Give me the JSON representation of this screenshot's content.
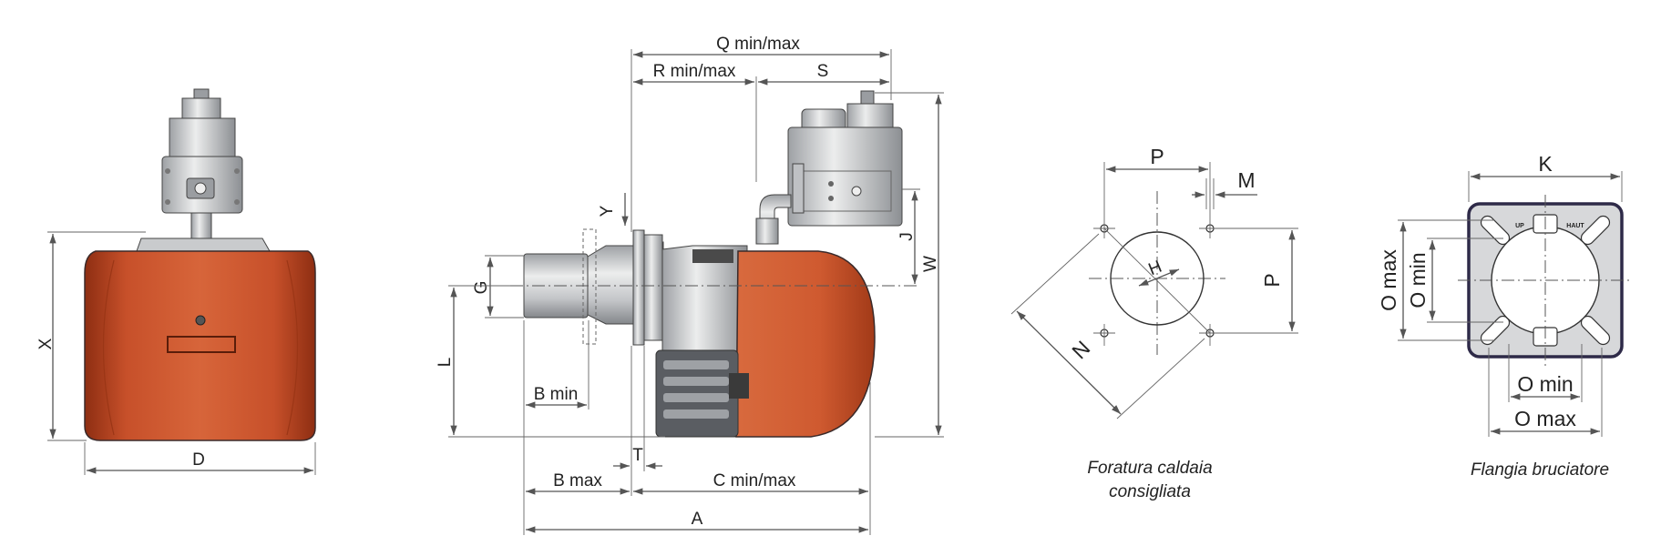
{
  "diagram": {
    "colors": {
      "body": "#c7502a",
      "body_dark": "#8e2e12",
      "metal": "#c9cbcd",
      "metal_dark": "#8c8f93",
      "plate": "#d7d8da",
      "plate_border": "#2e2a48",
      "line": "#555555"
    },
    "front_view": {
      "labels": {
        "height": "X",
        "width": "D"
      }
    },
    "side_view": {
      "labels": {
        "q": "Q min/max",
        "r": "R min/max",
        "s": "S",
        "y": "Y",
        "j": "J",
        "w": "W",
        "g": "G",
        "l": "L",
        "b_min": "B min",
        "b_max": "B max",
        "t": "T",
        "c": "C min/max",
        "a": "A"
      }
    },
    "boiler_drilling": {
      "labels": {
        "p_top": "P",
        "m": "M",
        "p_side": "P",
        "n": "N",
        "h": "H"
      },
      "caption": [
        "Foratura caldaia",
        "consigliata"
      ]
    },
    "burner_flange": {
      "labels": {
        "k": "K",
        "o_max_left": "O max",
        "o_min_left": "O min",
        "o_min_bottom": "O min",
        "o_max_bottom": "O max",
        "up": "UP",
        "haut": "HAUT"
      },
      "caption": "Flangia bruciatore"
    }
  }
}
